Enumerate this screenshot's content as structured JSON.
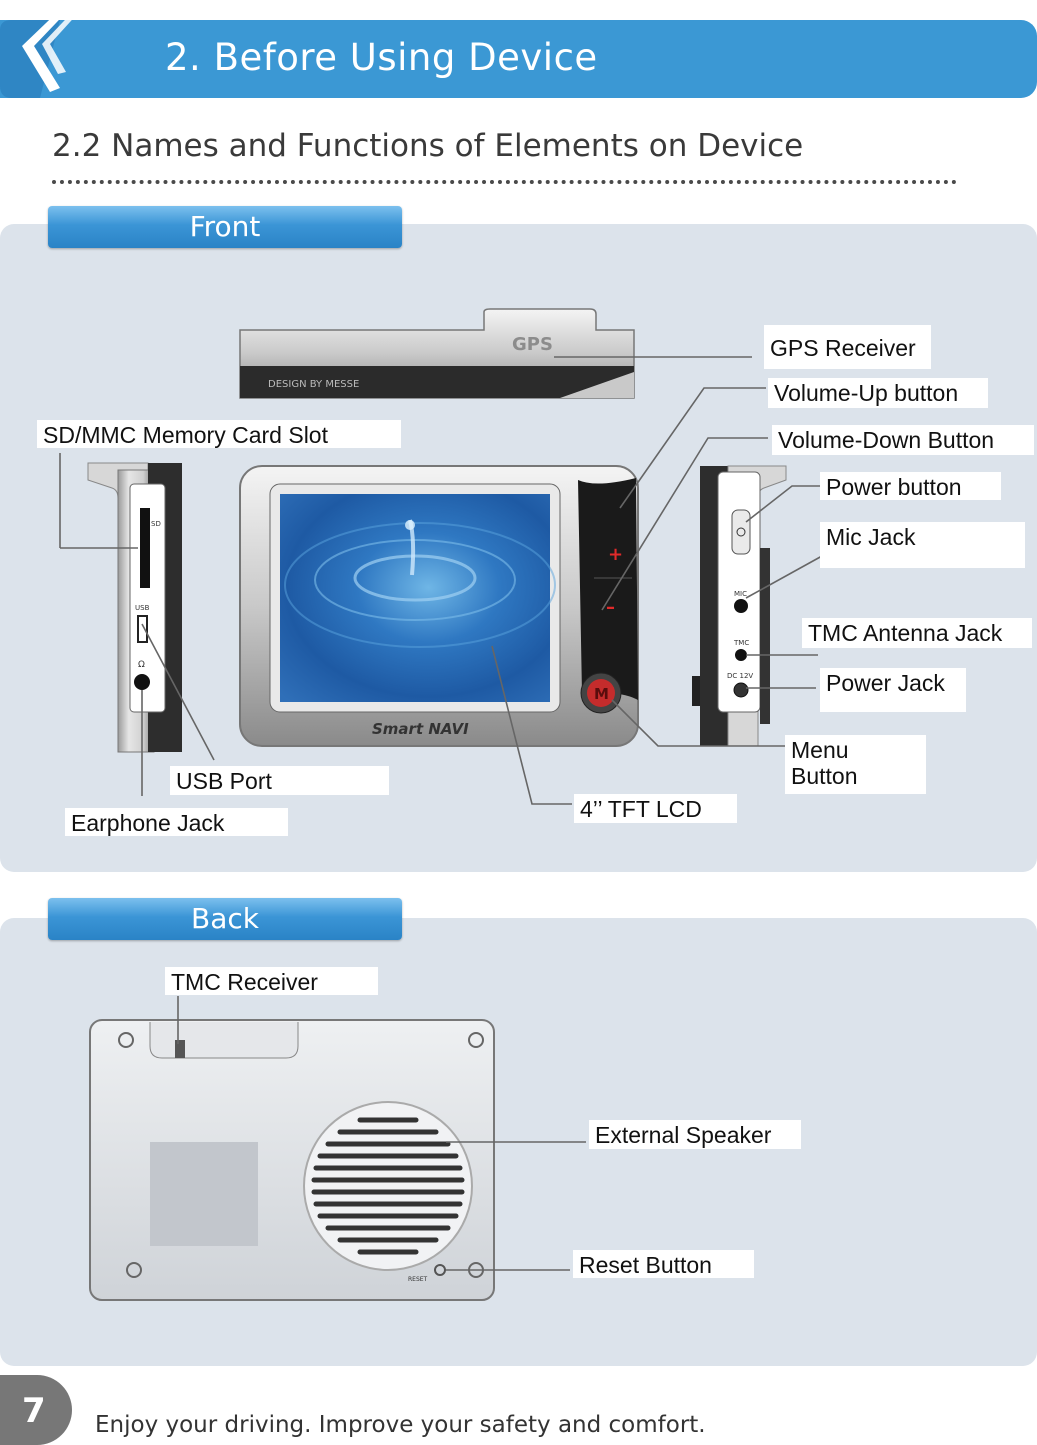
{
  "header": {
    "title": "2. Before Using Device"
  },
  "section": {
    "heading": "2.2 Names and Functions of Elements on Device"
  },
  "front": {
    "tab_label": "Front",
    "labels": {
      "gps_receiver": "GPS Receiver",
      "volume_up": "Volume-Up button",
      "volume_down": "Volume-Down Button",
      "sd_slot": "SD/MMC Memory Card Slot",
      "power_button": "Power button",
      "mic_jack": "Mic Jack",
      "tmc_antenna": "TMC Antenna Jack",
      "power_jack": "Power Jack",
      "menu_button": "Menu Button",
      "usb_port": "USB Port",
      "earphone_jack": "Earphone Jack",
      "tft_lcd": "4’’ TFT LCD"
    },
    "device": {
      "top_logo": "GPS",
      "top_text": "DESIGN BY MESSE",
      "brand": "Smart NAVI",
      "side_sd": "SD",
      "side_usb": "USB",
      "side_mic": "MIC",
      "side_tmc": "TMC",
      "side_dc": "DC 12V",
      "plus": "+",
      "minus": "–",
      "menu_key": "M"
    }
  },
  "back": {
    "tab_label": "Back",
    "labels": {
      "tmc_receiver": "TMC Receiver",
      "external_speaker": "External Speaker",
      "reset_button": "Reset Button"
    },
    "device": {
      "reset_text": "RESET"
    }
  },
  "footer": {
    "page_number": "7",
    "tagline": "Enjoy your driving. Improve your safety and comfort."
  },
  "colors": {
    "header": "#3b98d4",
    "panel": "#dce3eb",
    "tab": "#3b95d6"
  }
}
